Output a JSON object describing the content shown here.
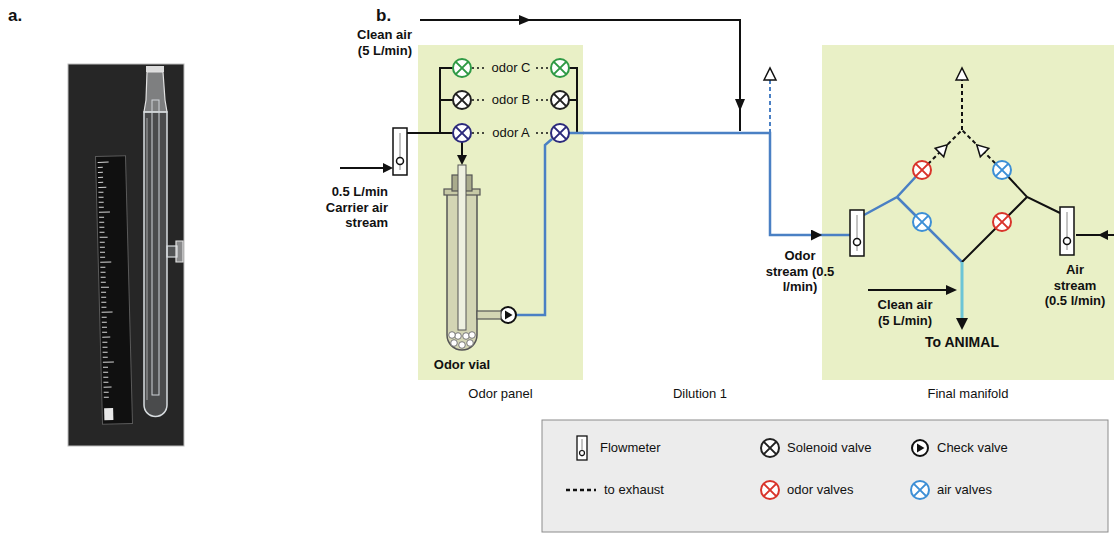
{
  "diagram": {
    "nodes": [
      {
        "text": [
          "Odor panel"
        ]
      },
      {
        "text": [
          "Odor vial"
        ],
        "in": 0
      },
      {
        "text": [
          "Final manifold"
        ]
      }
    ],
    "edges": [
      {
        "from": 0,
        "to": 2,
        "arrow": "to"
      }
    ],
    "labels": [
      "a.",
      "b.",
      "Clean air (5 L/min)",
      "0.5 L/min Carrier air stream",
      "odor C",
      "odor B",
      "odor A",
      "Dilution 1",
      "Odor stream (0.5 l/min)",
      "Clean air (5 L/min)",
      "Air stream (0.5 l/min)",
      "To ANIMAL"
    ],
    "legend": [
      {
        "text": "Flowmeter"
      },
      {
        "text": "Solenoid valve"
      },
      {
        "text": "Check valve"
      },
      {
        "text": "to exhaust"
      },
      {
        "text": "odor valves",
        "color": "#d9342b"
      },
      {
        "text": "air valves",
        "color": "#3d8fd6"
      }
    ]
  }
}
